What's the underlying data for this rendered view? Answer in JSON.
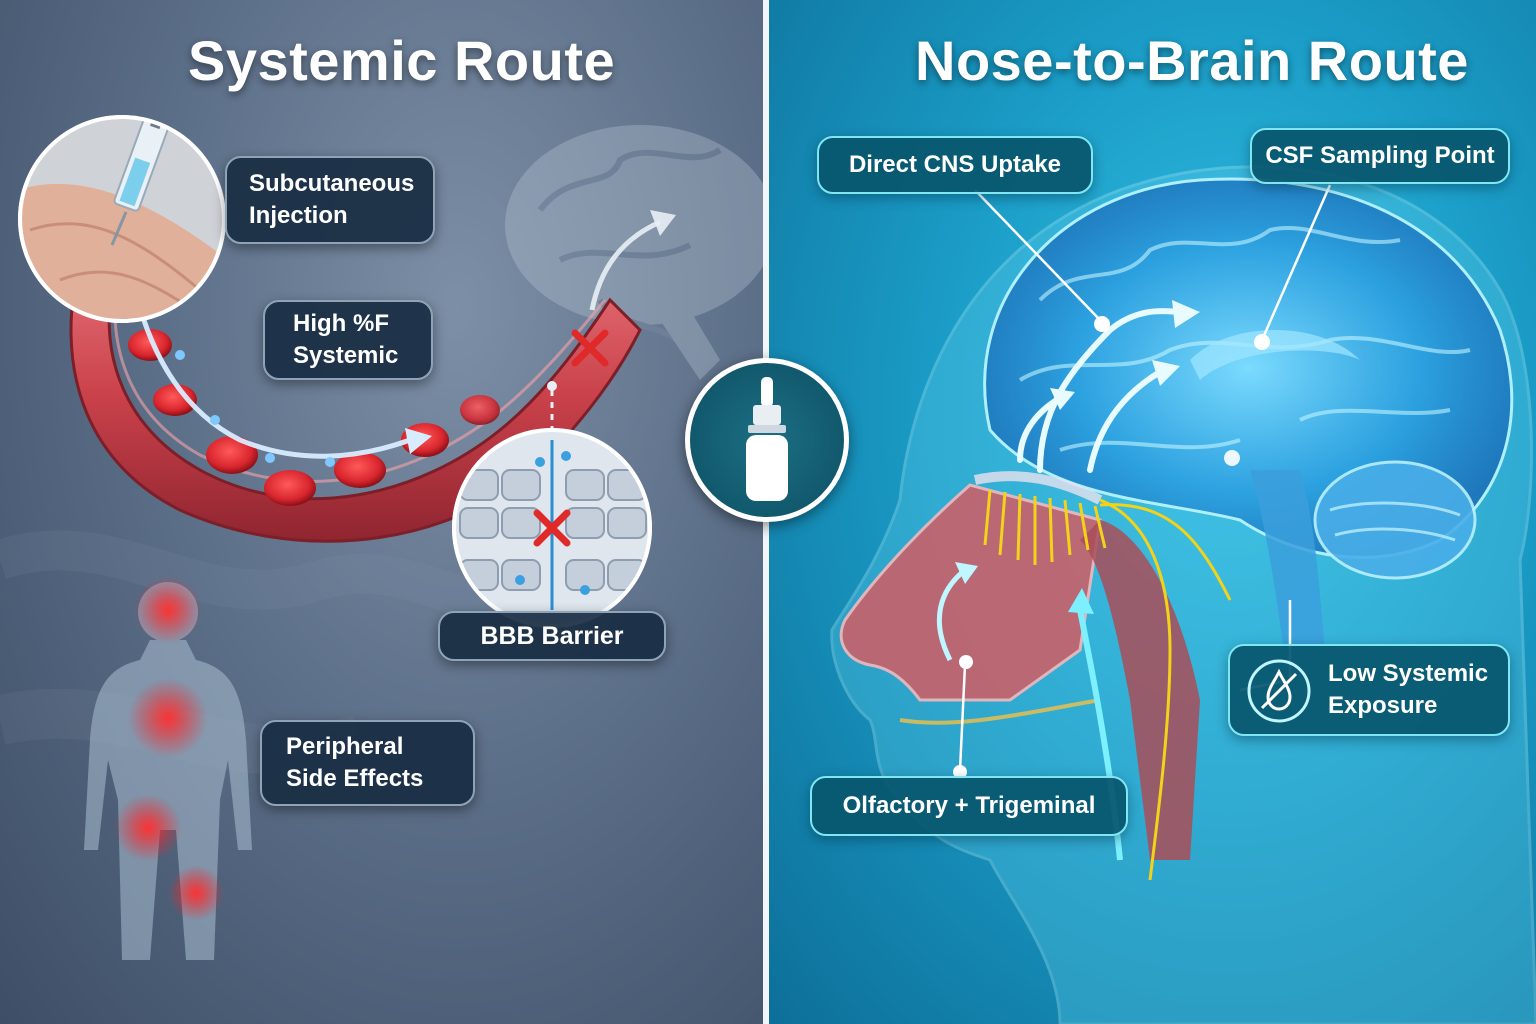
{
  "left": {
    "title": "Systemic Route",
    "labels": {
      "injection": [
        "Subcutaneous",
        "Injection"
      ],
      "high_f": [
        "High %F",
        "Systemic"
      ],
      "bbb": "BBB Barrier",
      "side_effects": [
        "Peripheral",
        "Side Effects"
      ]
    }
  },
  "right": {
    "title": "Nose-to-Brain Route",
    "labels": {
      "direct_cns": "Direct CNS Uptake",
      "csf": "CSF Sampling Point",
      "low_systemic": [
        "Low Systemic",
        "Exposure"
      ],
      "olfactory": "Olfactory + Trigeminal"
    }
  },
  "icons": [
    "syringe-icon",
    "nasal-spray-icon",
    "blocked-x-icon",
    "droplet-slash-icon"
  ],
  "colors": {
    "left_bg": "#5d7089",
    "right_bg": "#1a9cc6",
    "vessel": "#c9414a",
    "blood_cell": "#d9262e",
    "block_x": "#e02a2a",
    "flow_arrow": "#ffffff",
    "nerve": "#f3d21a",
    "label_border_teal": "#7fe6f2"
  }
}
